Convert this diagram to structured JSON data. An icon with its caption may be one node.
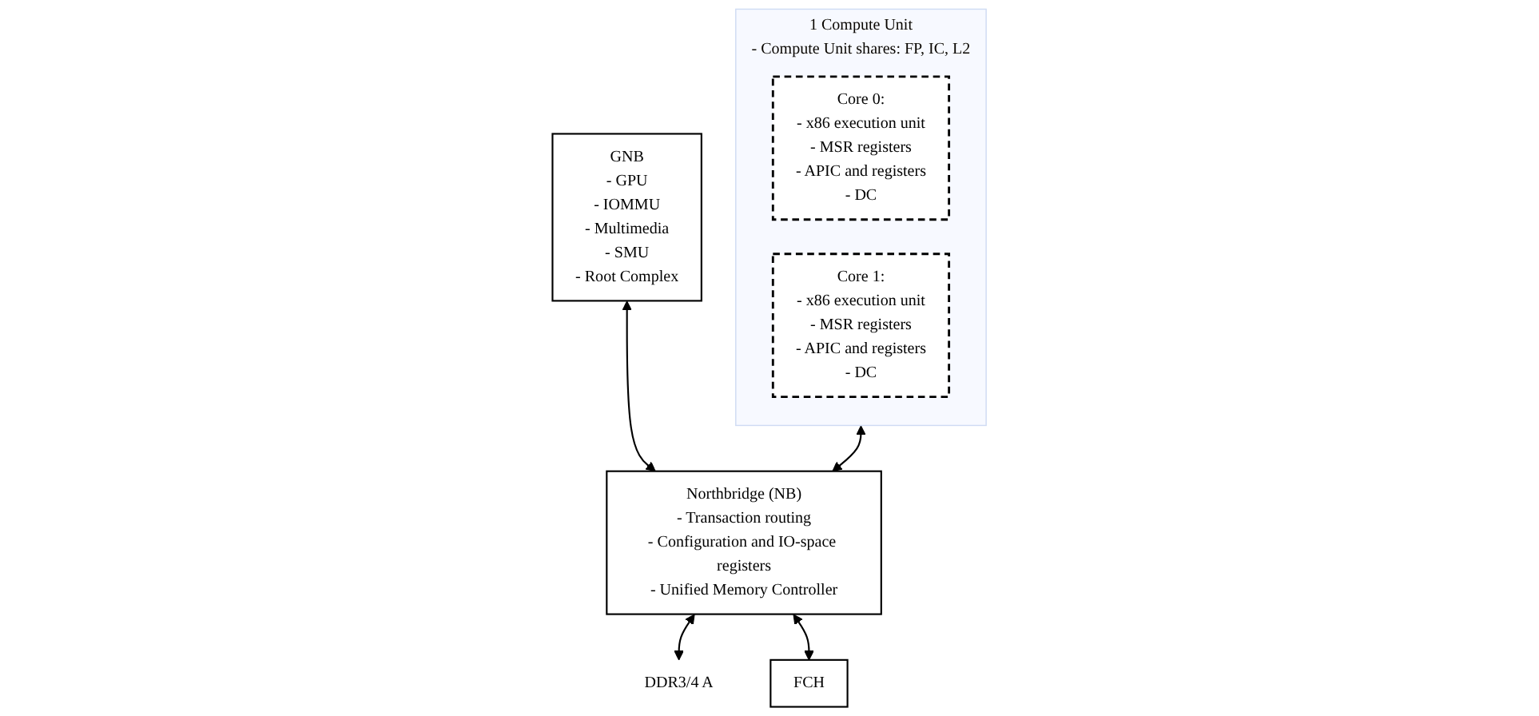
{
  "diagram": {
    "nodes": [
      {
        "text": [
          "1 Compute Unit",
          "- Compute Unit shares: FP, IC, L2"
        ]
      },
      {
        "text": [
          "Core 0:",
          "- x86 execution unit",
          "- MSR registers",
          "- APIC and registers",
          "- DC"
        ],
        "in": 0
      },
      {
        "text": [
          "Core 1:",
          "- x86 execution unit",
          "- MSR registers",
          "- APIC and registers",
          "- DC"
        ],
        "in": 0
      },
      {
        "text": [
          "GNB",
          "- GPU",
          "- IOMMU",
          "- Multimedia",
          "- SMU",
          "- Root Complex"
        ]
      },
      {
        "text": [
          "Northbridge (NB)",
          "- Transaction routing",
          "- Configuration and IO-space registers",
          "- Unified Memory Controller"
        ]
      },
      {
        "text": [
          "DDR3/4 A"
        ]
      },
      {
        "text": [
          "FCH"
        ]
      }
    ],
    "edges": [
      {
        "from": 0,
        "to": 4,
        "arrow": "both"
      },
      {
        "from": 3,
        "to": 4,
        "arrow": "both"
      },
      {
        "from": 4,
        "to": 5,
        "arrow": "both"
      },
      {
        "from": 4,
        "to": 6,
        "arrow": "both"
      }
    ]
  }
}
